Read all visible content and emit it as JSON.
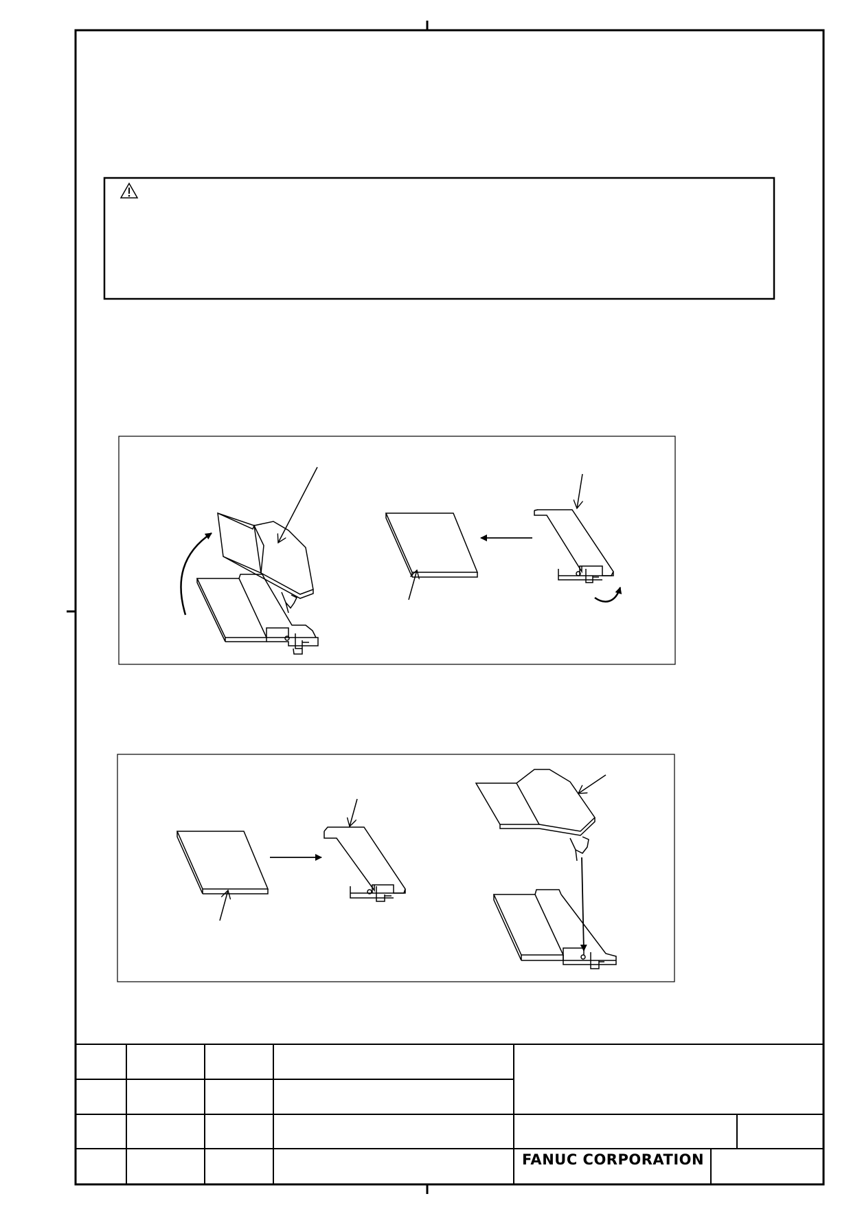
{
  "title_block": {
    "company": "FANUC CORPORATION"
  },
  "caution_box": {
    "icon": "warning-triangle-icon"
  },
  "figures": [
    {
      "name": "battery-removal-figure",
      "icons": [
        "curved-arrow-icon",
        "left-arrow-icon",
        "leader-line-icon"
      ]
    },
    {
      "name": "battery-installation-figure",
      "icons": [
        "right-arrow-icon",
        "down-arrow-icon",
        "leader-line-icon"
      ]
    }
  ]
}
